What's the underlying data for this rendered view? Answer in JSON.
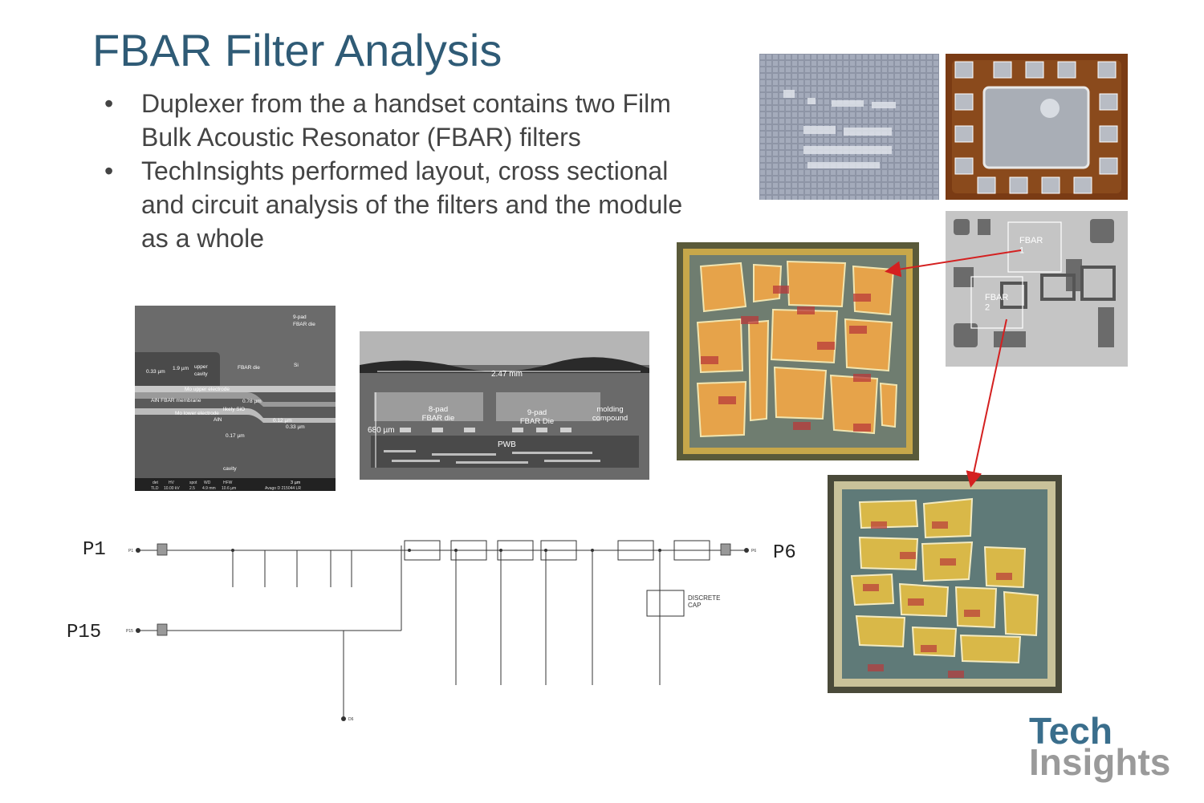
{
  "slide": {
    "title": "FBAR Filter Analysis",
    "bullets": [
      "Duplexer from the a handset contains two Film Bulk Acoustic Resonator (FBAR) filters",
      "TechInsights performed layout, cross sectional and circuit analysis of the filters and the module as a whole"
    ],
    "bullet_char": "•"
  },
  "sem_cross_section": {
    "label_die": "9-pad\nFBAR die",
    "label_si": "Si",
    "label_fbar_die": "FBAR die",
    "label_upper_cavity": "upper\ncavity",
    "label_1_9um": "1.9 µm",
    "label_0_33um_a": "0.33 µm",
    "label_mo_upper": "Mo upper electrode",
    "label_aln_membrane": "AlN FBAR membrane",
    "label_0_78um": "0.78 µm",
    "label_mo_lower": "Mo lower electrode",
    "label_likely_sio": "likely SiO",
    "label_aln": "AlN",
    "label_0_12um": "0.12 µm",
    "label_0_33um_b": "0.33 µm",
    "label_0_17um": "0.17 µm",
    "label_cavity": "cavity",
    "scale_3um": "3 µm",
    "footer_headers": [
      "det",
      "HV",
      "spot",
      "WD",
      "HFW"
    ],
    "footer_values": [
      "TLD",
      "10.00 kV",
      "2.5",
      "4.9 mm",
      "10.6 µm"
    ],
    "footer_note": "Avago D 215044 LR"
  },
  "module_cross_section": {
    "width_label": "2.47 mm",
    "height_label": "680 µm",
    "die1": "8-pad\nFBAR die",
    "die2": "9-pad\nFBAR Die",
    "molding": "molding\ncompound",
    "pwb": "PWB"
  },
  "package_xray": {
    "fbar1": "FBAR\n1",
    "fbar2": "FBAR\n2"
  },
  "schematic": {
    "port_p1": "P1",
    "port_p6": "P6",
    "port_p15": "P15",
    "discrete_cap": "DISCRETE\nCAP",
    "node_p1": "P1",
    "node_p6": "P6",
    "node_p15": "P15",
    "node_d6": "D6"
  },
  "logo": {
    "line1": "Tech",
    "line2": "Insights"
  },
  "colors": {
    "title": "#2f5b76",
    "text": "#444444",
    "arrow": "#d42020",
    "die_gold": "#e6a34a",
    "die_yellow": "#d9b848"
  }
}
